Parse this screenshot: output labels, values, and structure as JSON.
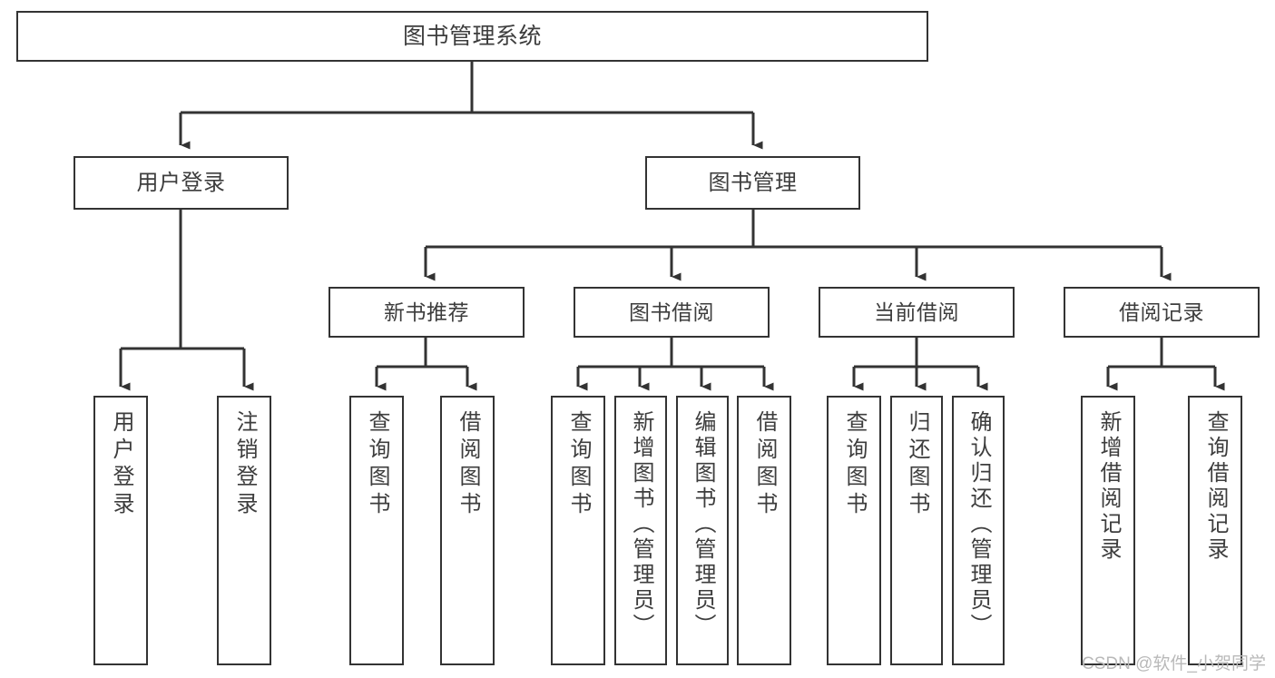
{
  "diagram": {
    "title": "图书管理系统",
    "type": "tree",
    "background_color": "#ffffff",
    "line_color": "#333333",
    "box_border_color": "#333333",
    "box_fill_color": "#ffffff",
    "text_color": "#3d3d3d"
  },
  "nodes": {
    "root": {
      "label": "图书管理系统"
    },
    "level2": [
      {
        "label": "用户登录"
      },
      {
        "label": "图书管理"
      }
    ],
    "level3": [
      {
        "label": "新书推荐"
      },
      {
        "label": "图书借阅"
      },
      {
        "label": "当前借阅"
      },
      {
        "label": "借阅记录"
      }
    ],
    "leaves": {
      "user_login": [
        {
          "label": "用户登录"
        },
        {
          "label": "注销登录"
        }
      ],
      "new_book_recommend": [
        {
          "label": "查询图书"
        },
        {
          "label": "借阅图书"
        }
      ],
      "book_borrow": [
        {
          "label": "查询图书"
        },
        {
          "label": "新增图书（管理员）"
        },
        {
          "label": "编辑图书（管理员）"
        },
        {
          "label": "借阅图书"
        }
      ],
      "current_borrow": [
        {
          "label": "查询图书"
        },
        {
          "label": "归还图书"
        },
        {
          "label": "确认归还（管理员）"
        }
      ],
      "borrow_record": [
        {
          "label": "新增借阅记录"
        },
        {
          "label": "查询借阅记录"
        }
      ]
    }
  },
  "watermark": {
    "text": "CSDN @软件_小贺同学"
  }
}
